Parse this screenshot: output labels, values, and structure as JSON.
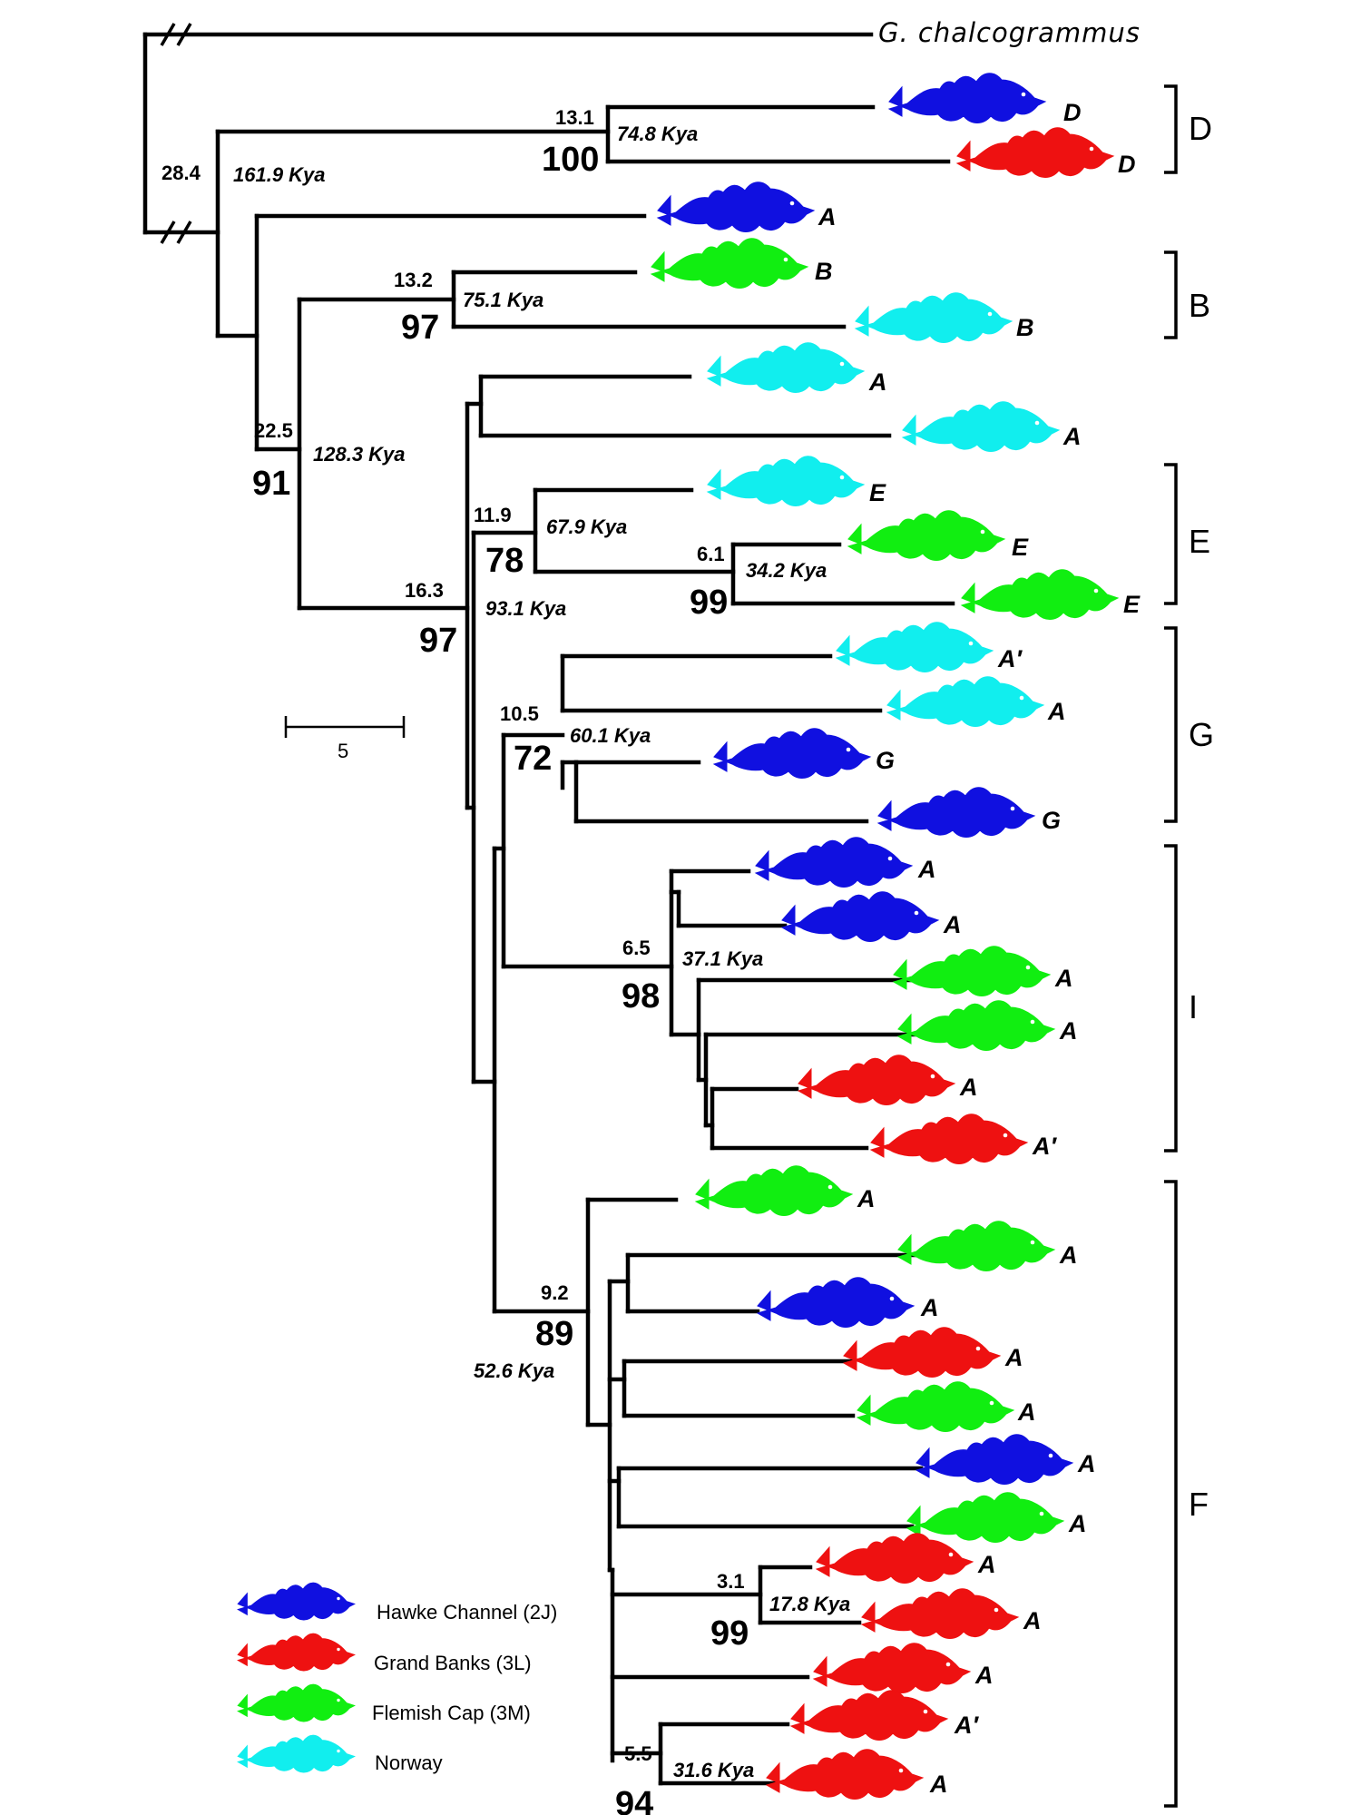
{
  "outgroup": {
    "label": "G. chalcogrammus"
  },
  "colors": {
    "hawke": "#1010e0",
    "grand": "#ee1111",
    "flemish": "#11ee11",
    "norway": "#11eeee"
  },
  "nodes": {
    "n_root": {
      "divergence": "28.4",
      "age": "161.9 Kya"
    },
    "n_D": {
      "divergence": "13.1",
      "age": "74.8 Kya",
      "support": "100"
    },
    "n_B": {
      "divergence": "13.2",
      "age": "75.1 Kya",
      "support": "97"
    },
    "n_main": {
      "divergence": "22.5",
      "age": "128.3 Kya",
      "support": "91"
    },
    "n_inner": {
      "divergence": "16.3",
      "age": "93.1 Kya",
      "support": "97"
    },
    "n_E": {
      "divergence": "11.9",
      "age": "67.9 Kya",
      "support": "78"
    },
    "n_E2": {
      "divergence": "6.1",
      "age": "34.2 Kya",
      "support": "99"
    },
    "n_G": {
      "divergence": "10.5",
      "age": "60.1 Kya",
      "support": "72"
    },
    "n_I": {
      "divergence": "6.5",
      "age": "37.1 Kya",
      "support": "98"
    },
    "n_F": {
      "divergence": "9.2",
      "age": "52.6 Kya",
      "support": "89"
    },
    "n_F1": {
      "divergence": "3.1",
      "age": "17.8 Kya",
      "support": "99"
    },
    "n_F2": {
      "divergence": "5.5",
      "age": "31.6 Kya",
      "support": "94"
    }
  },
  "tips": [
    {
      "label": "D",
      "population": "hawke"
    },
    {
      "label": "D",
      "population": "grand"
    },
    {
      "label": "A",
      "population": "hawke"
    },
    {
      "label": "B",
      "population": "flemish"
    },
    {
      "label": "B",
      "population": "norway"
    },
    {
      "label": "A",
      "population": "norway"
    },
    {
      "label": "A",
      "population": "norway"
    },
    {
      "label": "E",
      "population": "norway"
    },
    {
      "label": "E",
      "population": "flemish"
    },
    {
      "label": "E",
      "population": "flemish"
    },
    {
      "label": "A′",
      "population": "norway"
    },
    {
      "label": "A",
      "population": "norway"
    },
    {
      "label": "G",
      "population": "hawke"
    },
    {
      "label": "G",
      "population": "hawke"
    },
    {
      "label": "A",
      "population": "hawke"
    },
    {
      "label": "A",
      "population": "hawke"
    },
    {
      "label": "A",
      "population": "flemish"
    },
    {
      "label": "A",
      "population": "flemish"
    },
    {
      "label": "A",
      "population": "grand"
    },
    {
      "label": "A′",
      "population": "grand"
    },
    {
      "label": "A",
      "population": "flemish"
    },
    {
      "label": "A",
      "population": "flemish"
    },
    {
      "label": "A",
      "population": "hawke"
    },
    {
      "label": "A",
      "population": "grand"
    },
    {
      "label": "A",
      "population": "flemish"
    },
    {
      "label": "A",
      "population": "hawke"
    },
    {
      "label": "A",
      "population": "flemish"
    },
    {
      "label": "A",
      "population": "grand"
    },
    {
      "label": "A",
      "population": "grand"
    },
    {
      "label": "A",
      "population": "grand"
    },
    {
      "label": "A′",
      "population": "grand"
    },
    {
      "label": "A",
      "population": "grand"
    }
  ],
  "clades": [
    {
      "label": "D"
    },
    {
      "label": "B"
    },
    {
      "label": "E"
    },
    {
      "label": "G"
    },
    {
      "label": "I"
    },
    {
      "label": "F"
    }
  ],
  "scale": {
    "label": "5"
  },
  "legend": [
    {
      "population": "hawke",
      "label": "Hawke Channel (2J)"
    },
    {
      "population": "grand",
      "label": "Grand Banks (3L)"
    },
    {
      "population": "flemish",
      "label": "Flemish Cap (3M)"
    },
    {
      "population": "norway",
      "label": "Norway"
    }
  ]
}
